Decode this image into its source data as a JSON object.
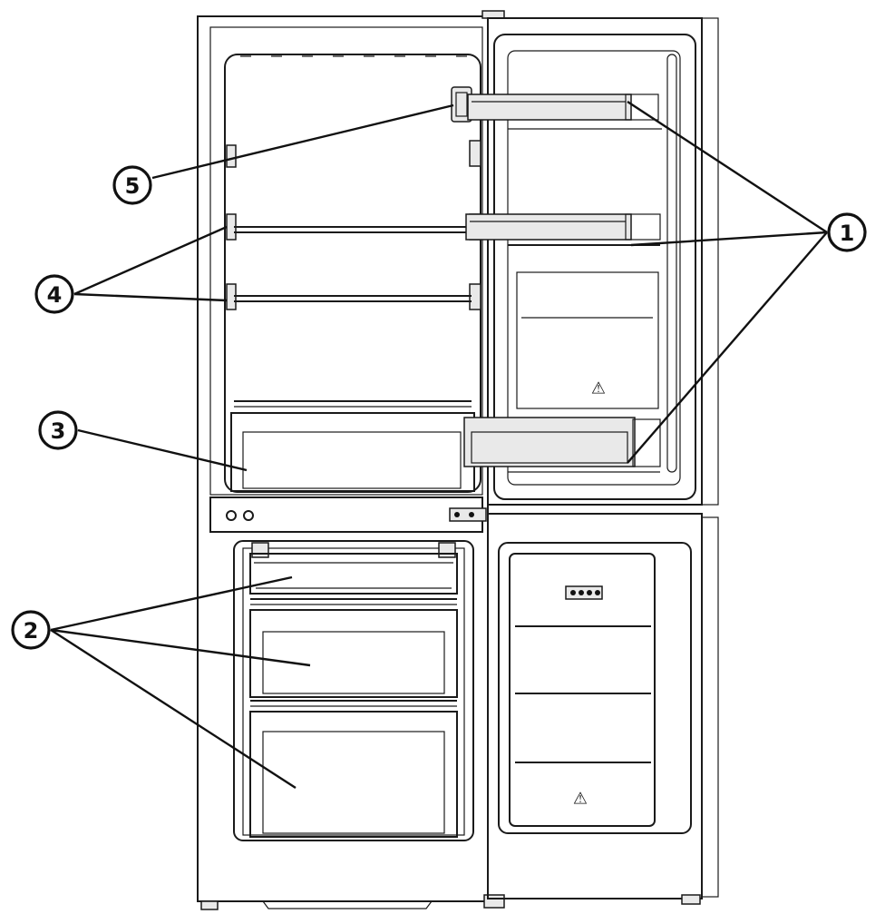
{
  "callouts": [
    {
      "id": "1",
      "label": "1",
      "part": "door-shelves"
    },
    {
      "id": "2",
      "label": "2",
      "part": "freezer-drawers"
    },
    {
      "id": "3",
      "label": "3",
      "part": "crisper-drawer"
    },
    {
      "id": "4",
      "label": "4",
      "part": "glass-shelves"
    },
    {
      "id": "5",
      "label": "5",
      "part": "thermostat-lamp"
    }
  ],
  "symbols": {
    "fridge_door_symbol": "⚠",
    "freezer_door_symbol": "⚠"
  },
  "colors": {
    "line": "#1a1a1a",
    "panel_fill": "#e9e9e9",
    "background": "#ffffff"
  }
}
